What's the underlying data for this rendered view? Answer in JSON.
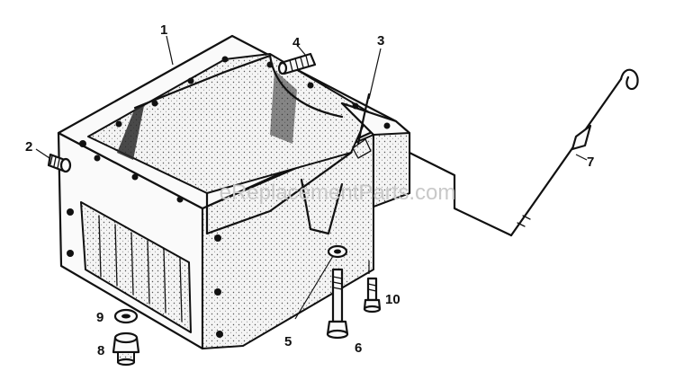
{
  "watermark": "eReplacementParts.com",
  "callouts": [
    "1",
    "2",
    "3",
    "4",
    "5",
    "6",
    "7",
    "8",
    "9",
    "10"
  ],
  "parts": {
    "oil_pan": "pan-icon",
    "stud_left": "stud-icon",
    "dipstick_tube": "tube-icon",
    "stud_top": "stud-icon",
    "washer_small": "washer-icon",
    "bolt_long": "bolt-icon",
    "dipstick": "dipstick-icon",
    "drain_plug": "plug-icon",
    "drain_washer": "washer-icon",
    "bolt_short": "bolt-icon"
  }
}
